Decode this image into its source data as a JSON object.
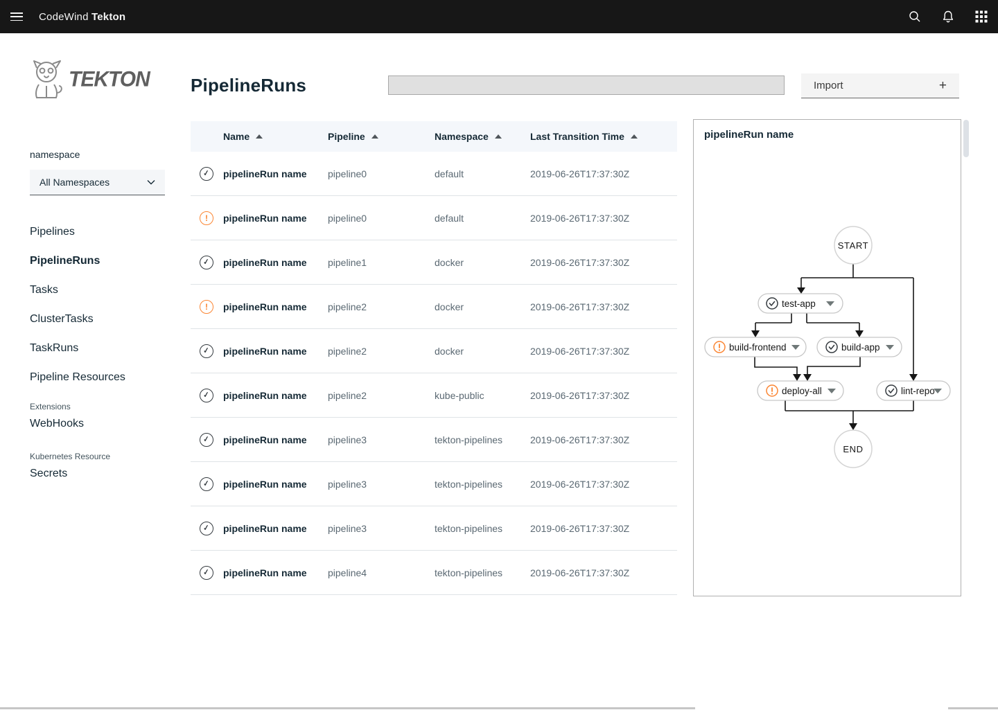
{
  "colors": {
    "header_bg": "#171717",
    "text_dark": "#152935",
    "text_gray": "#5a6872",
    "success": "#343a3f",
    "warning": "#fb8532",
    "table_header_bg": "#f4f7fb"
  },
  "header": {
    "brand_prefix": "CodeWind",
    "brand_bold": "Tekton",
    "icons": [
      "hamburger-icon",
      "search-icon",
      "bell-icon",
      "app-switcher-icon"
    ]
  },
  "sidebar": {
    "logo_text": "TEKTON",
    "namespace": {
      "label": "namespace",
      "selected": "All Namespaces"
    },
    "nav": [
      "Pipelines",
      "PipelineRuns",
      "Tasks",
      "ClusterTasks",
      "TaskRuns",
      "Pipeline Resources"
    ],
    "active_item": "PipelineRuns",
    "extensions_label": "Extensions",
    "extensions_item": "WebHooks",
    "kubernetes_label": "Kubernetes Resource",
    "kubernetes_item": "Secrets"
  },
  "main": {
    "title": "PipelineRuns",
    "search_value": "",
    "import_label": "Import",
    "import_plus": "+"
  },
  "table": {
    "columns": [
      "Name",
      "Pipeline",
      "Namespace",
      "Last Transition Time"
    ],
    "rows": [
      {
        "status": "success",
        "name": "pipelineRun name",
        "pipeline": "pipeline0",
        "namespace": "default",
        "time": "2019-06-26T17:37:30Z"
      },
      {
        "status": "warning",
        "name": "pipelineRun name",
        "pipeline": "pipeline0",
        "namespace": "default",
        "time": "2019-06-26T17:37:30Z"
      },
      {
        "status": "success",
        "name": "pipelineRun name",
        "pipeline": "pipeline1",
        "namespace": "docker",
        "time": "2019-06-26T17:37:30Z"
      },
      {
        "status": "warning",
        "name": "pipelineRun name",
        "pipeline": "pipeline2",
        "namespace": "docker",
        "time": "2019-06-26T17:37:30Z"
      },
      {
        "status": "success",
        "name": "pipelineRun name",
        "pipeline": "pipeline2",
        "namespace": "docker",
        "time": "2019-06-26T17:37:30Z"
      },
      {
        "status": "success",
        "name": "pipelineRun name",
        "pipeline": "pipeline2",
        "namespace": "kube-public",
        "time": "2019-06-26T17:37:30Z"
      },
      {
        "status": "success",
        "name": "pipelineRun name",
        "pipeline": "pipeline3",
        "namespace": "tekton-pipelines",
        "time": "2019-06-26T17:37:30Z"
      },
      {
        "status": "success",
        "name": "pipelineRun name",
        "pipeline": "pipeline3",
        "namespace": "tekton-pipelines",
        "time": "2019-06-26T17:37:30Z"
      },
      {
        "status": "success",
        "name": "pipelineRun name",
        "pipeline": "pipeline3",
        "namespace": "tekton-pipelines",
        "time": "2019-06-26T17:37:30Z"
      },
      {
        "status": "success",
        "name": "pipelineRun name",
        "pipeline": "pipeline4",
        "namespace": "tekton-pipelines",
        "time": "2019-06-26T17:37:30Z"
      }
    ]
  },
  "panel": {
    "title": "pipelineRun name",
    "graph": {
      "start_label": "START",
      "end_label": "END",
      "nodes": [
        {
          "id": "test-app",
          "status": "success"
        },
        {
          "id": "build-frontend",
          "status": "warning"
        },
        {
          "id": "build-app",
          "status": "success"
        },
        {
          "id": "deploy-all",
          "status": "warning"
        },
        {
          "id": "lint-repo",
          "status": "success"
        }
      ],
      "edges": [
        [
          "START",
          "test-app"
        ],
        [
          "START",
          "lint-repo"
        ],
        [
          "test-app",
          "build-frontend"
        ],
        [
          "test-app",
          "build-app"
        ],
        [
          "build-frontend",
          "deploy-all"
        ],
        [
          "build-app",
          "deploy-all"
        ],
        [
          "deploy-all",
          "END"
        ],
        [
          "lint-repo",
          "END"
        ]
      ]
    }
  }
}
